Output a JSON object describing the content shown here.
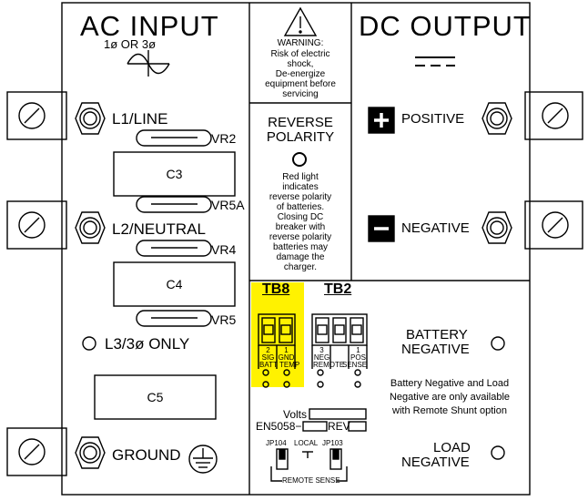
{
  "ac_input": {
    "title": "AC INPUT",
    "phase": "1ø OR 3ø",
    "terminals": {
      "l1": "L1/LINE",
      "l2": "L2/NEUTRAL",
      "l3": "L3/3ø ONLY",
      "ground": "GROUND"
    },
    "varistors": [
      "VR2",
      "VR5A",
      "VR4",
      "VR5"
    ],
    "capacitors": [
      "C3",
      "C4",
      "C5"
    ]
  },
  "warning": {
    "title": "WARNING:",
    "lines": [
      "Risk of electric",
      "shock,",
      "De-energize",
      "equipment before",
      "servicing"
    ]
  },
  "reverse_polarity": {
    "title_line1": "REVERSE",
    "title_line2": "POLARITY",
    "lines": [
      "Red light",
      "indicates",
      "reverse polarity",
      "of batteries.",
      "Closing DC",
      "breaker with",
      "reverse polarity",
      "batteries may",
      "damage the",
      "charger."
    ]
  },
  "dc_output": {
    "title": "DC OUTPUT",
    "positive": "POSITIVE",
    "negative": "NEGATIVE",
    "plus_symbol": "+",
    "minus_symbol": "−"
  },
  "terminal_blocks": {
    "tb8": {
      "label": "TB8",
      "pins": [
        "2 SIG",
        "1 GND"
      ],
      "pin_nums": [
        "2",
        "1"
      ],
      "pin_names": [
        "SIG",
        "GND"
      ],
      "captions": [
        "BATT",
        "TEMP"
      ],
      "highlight": "#fff200"
    },
    "tb2": {
      "label": "TB2",
      "pin_nums": [
        "3",
        "",
        "1"
      ],
      "pin_names": [
        "NEG",
        "",
        "POS"
      ],
      "captions": [
        "REMOTE",
        "SENSE"
      ]
    }
  },
  "battery_negative": {
    "line1": "BATTERY",
    "line2": "NEGATIVE"
  },
  "load_negative": {
    "line1": "LOAD",
    "line2": "NEGATIVE"
  },
  "note": [
    "Battery Negative and Load",
    "Negative are only available",
    "with Remote Shunt option"
  ],
  "volts_label": "Volts",
  "en_label": "EN5058−",
  "rev_label": "REV",
  "jumpers": {
    "jp104": "JP104",
    "local": "LOCAL",
    "jp103": "JP103",
    "remote_sense": "REMOTE SENSE"
  }
}
